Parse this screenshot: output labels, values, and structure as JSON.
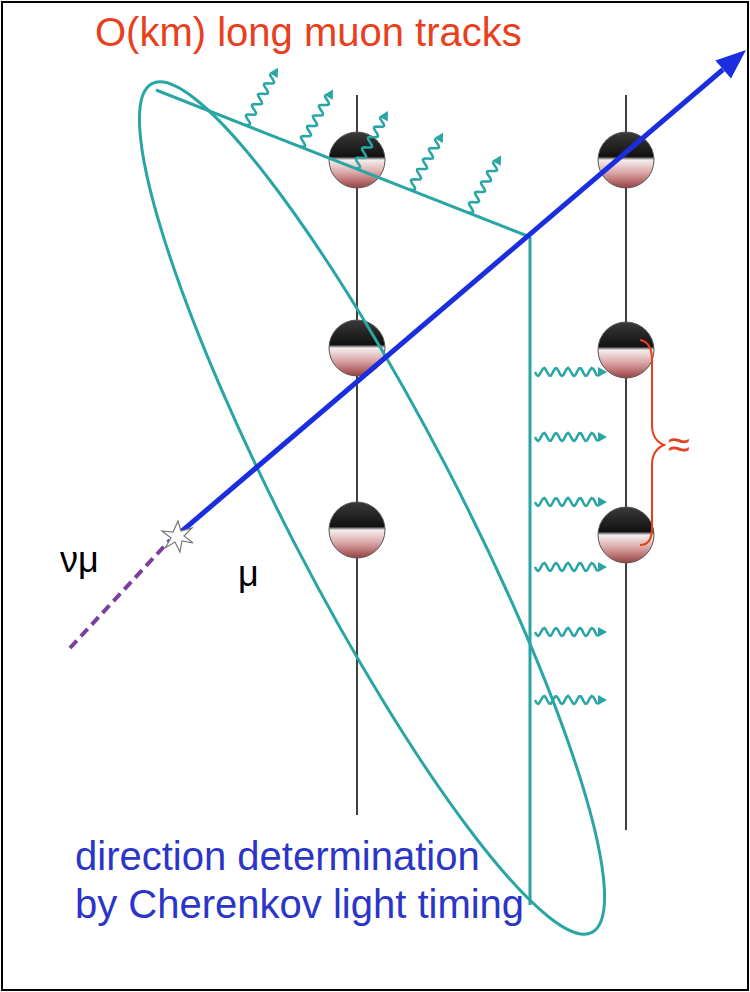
{
  "diagram": {
    "labels": [
      "O(km) long muon tracks",
      "≈",
      "νμ",
      "μ",
      "direction determination by Cherenkov light timing"
    ]
  }
}
